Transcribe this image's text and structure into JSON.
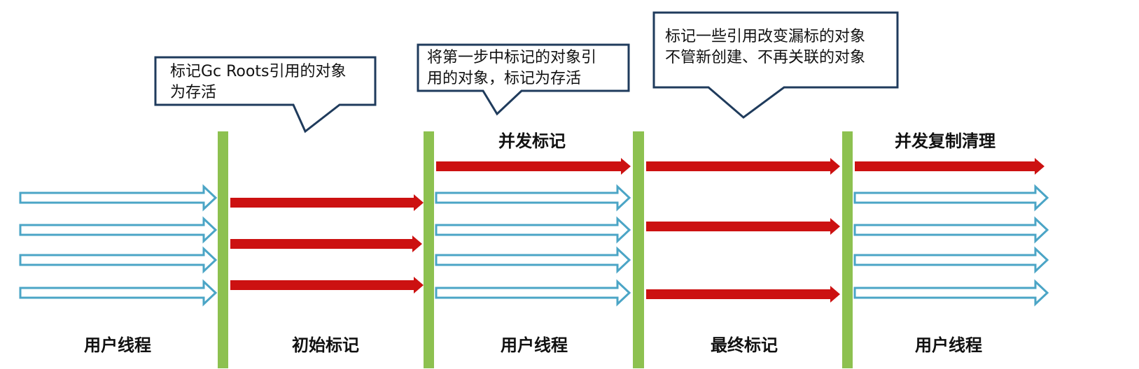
{
  "callouts": [
    {
      "text": "标记Gc Roots引用的对象\n为存活"
    },
    {
      "text": "将第一步中标记的对象引\n用的对象，标记为存活"
    },
    {
      "text": "标记一些引用改变漏标的对象\n不管新创建、不再关联的对象"
    }
  ],
  "top_labels": [
    "并发标记",
    "并发复制清理"
  ],
  "bottom_labels": [
    "用户线程",
    "初始标记",
    "用户线程",
    "最终标记",
    "用户线程"
  ],
  "colors": {
    "user_arrow_stroke": "#4ba5c6",
    "gc_arrow": "#cc1111",
    "barrier": "#8dc150",
    "callout_border": "#1f3b5c"
  },
  "legend_semantics": {
    "hollow_blue_arrow": "user-thread",
    "solid_red_arrow": "gc-thread",
    "green_bar": "safepoint"
  }
}
